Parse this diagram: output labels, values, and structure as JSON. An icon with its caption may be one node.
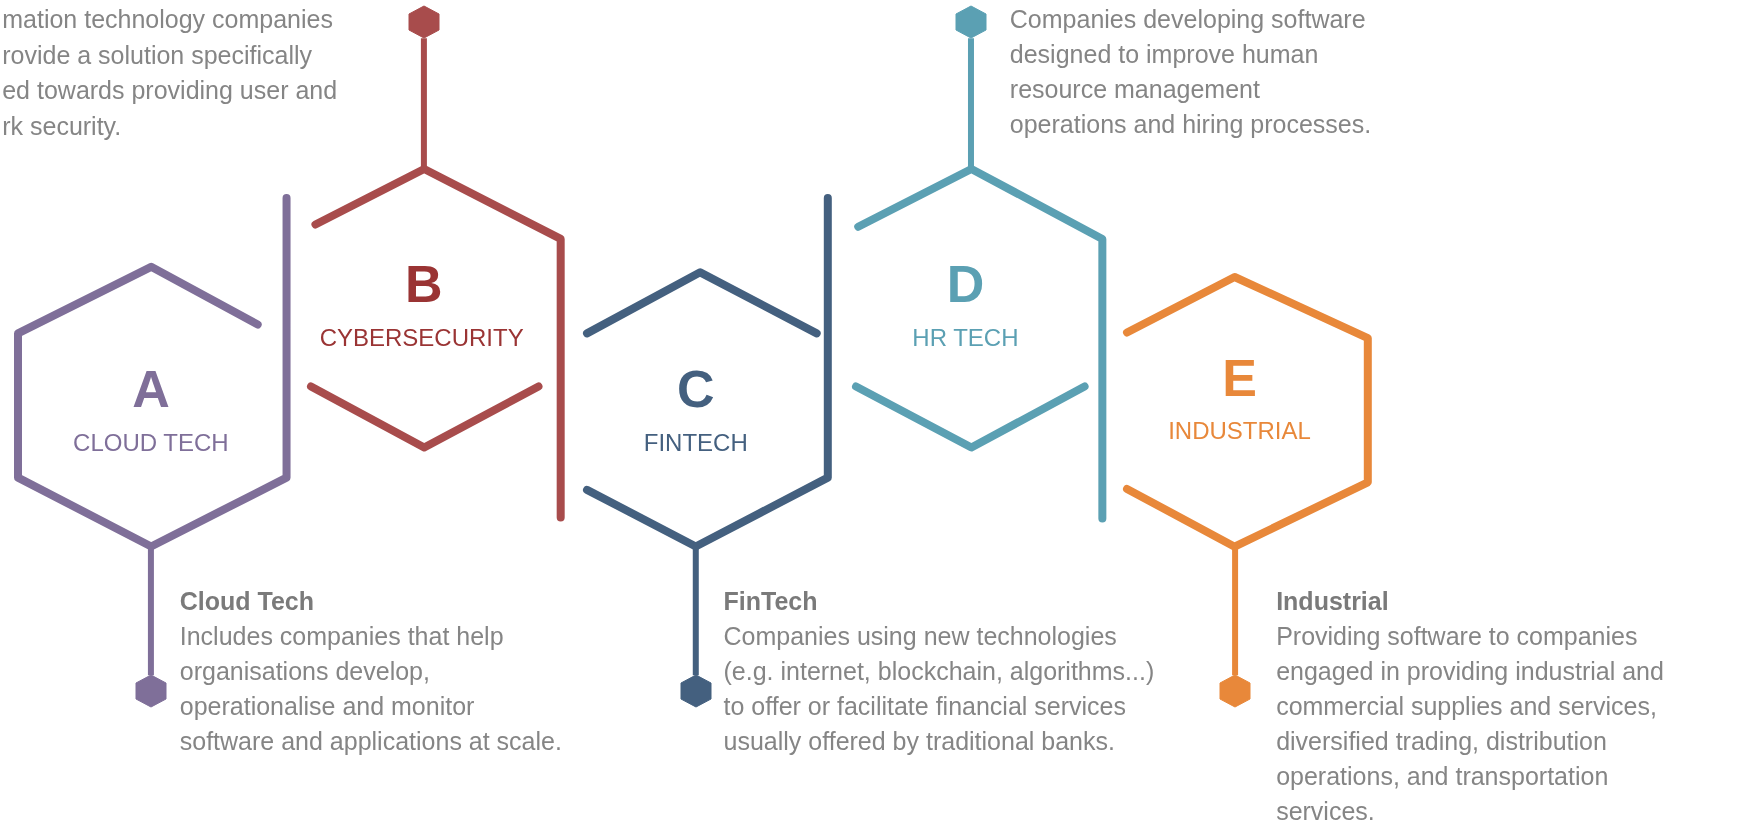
{
  "diagram": {
    "nodes": [
      {
        "text": [],
        "shape": "hexagon"
      },
      {
        "text": [],
        "shape": "hexagon"
      },
      {
        "text": [
          "A",
          "CLOUD TECH"
        ]
      },
      {
        "text": [
          "B",
          "CYBERSECURITY"
        ]
      },
      {
        "text": [
          "C",
          "FINTECH"
        ]
      },
      {
        "text": [
          "D",
          "HR TECH"
        ]
      },
      {
        "text": [
          "E",
          "INDUSTRIAL"
        ]
      },
      {
        "text": [],
        "shape": "hexagon",
        "beside": [
          "Cloud Tech",
          "Includes companies that help organisations develop, operationalise and monitor software and applications at scale."
        ]
      },
      {
        "text": [],
        "shape": "hexagon",
        "beside": [
          "FinTech",
          "Companies using new technologies (e.g. internet, blockchain, algorithms...) to offer or facilitate financial services usually offered by traditional banks."
        ]
      },
      {
        "text": [],
        "shape": "hexagon",
        "beside": [
          "Industrial",
          "Providing software to companies engaged in providing industrial and commercial supplies and services, diversified trading, distribution operations, and transportation services."
        ]
      }
    ],
    "edges": [
      {
        "from": 3,
        "to": 0,
        "arrow": "none",
        "color": "#a84c4c"
      },
      {
        "from": 5,
        "to": 1,
        "arrow": "none",
        "color": "#5ba0b3"
      },
      {
        "from": 2,
        "to": 7,
        "arrow": "none",
        "color": "#7f6f99"
      },
      {
        "from": 4,
        "to": 8,
        "arrow": "none",
        "color": "#44607f"
      },
      {
        "from": 6,
        "to": 9,
        "arrow": "none",
        "color": "#e8883a"
      }
    ],
    "labels": [
      "mation technology companies",
      "rovide a solution specifically",
      "ed towards providing user and",
      "rk security.",
      "Companies developing software designed to improve human resource management operations and hiring processes."
    ]
  }
}
